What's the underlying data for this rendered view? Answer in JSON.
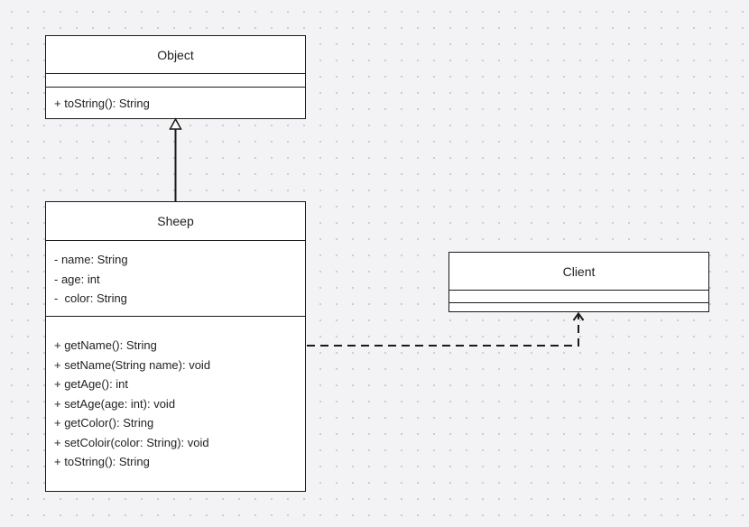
{
  "diagram": {
    "classes": [
      {
        "id": "object",
        "name": "Object",
        "attributes": [],
        "operations": [
          "+ toString(): String"
        ]
      },
      {
        "id": "sheep",
        "name": "Sheep",
        "attributes": [
          "- name: String",
          "- age: int",
          "-  color: String"
        ],
        "operations": [
          "+ getName(): String",
          "+ setName(String name): void",
          "+ getAge(): int",
          "+ setAge(age: int): void",
          "+ getColor(): String",
          "+ setColoir(color: String): void",
          "+ toString(): String"
        ]
      },
      {
        "id": "client",
        "name": "Client",
        "attributes": [],
        "operations": []
      }
    ],
    "relations": [
      {
        "type": "generalization",
        "from": "Sheep",
        "to": "Object"
      },
      {
        "type": "dependency",
        "from": "Sheep",
        "to": "Client"
      }
    ]
  }
}
